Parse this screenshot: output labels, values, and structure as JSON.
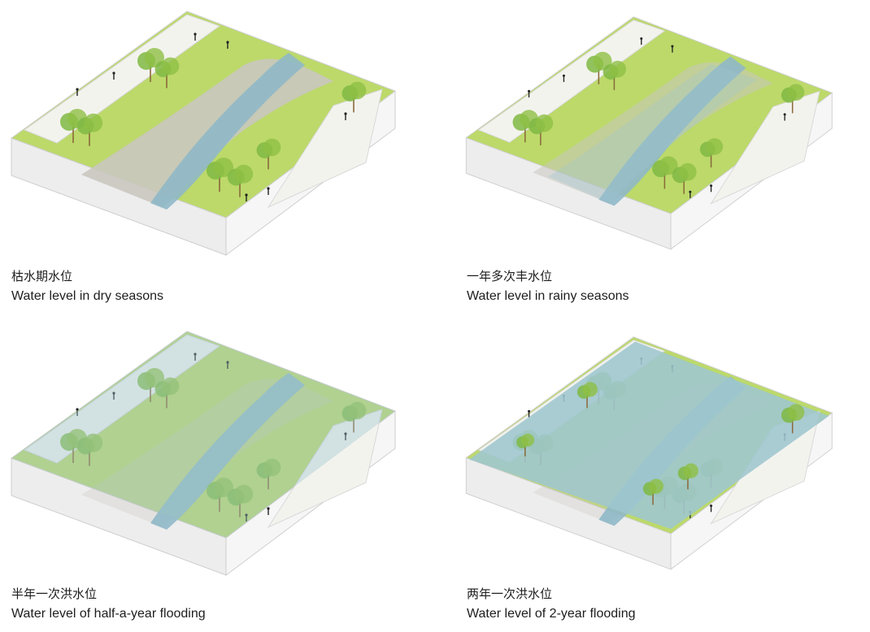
{
  "panels": [
    {
      "zh": "枯水期水位",
      "en": "Water level in dry seasons",
      "flood_level": "dry"
    },
    {
      "zh": "一年多次丰水位",
      "en": "Water level in rainy seasons",
      "flood_level": "rainy"
    },
    {
      "zh": "半年一次洪水位",
      "en": "Water level of half-a-year flooding",
      "flood_level": "half-year"
    },
    {
      "zh": "两年一次洪水位",
      "en": "Water level of 2-year flooding",
      "flood_level": "2-year"
    }
  ],
  "colors": {
    "grass": "#bcd96a",
    "grass_dark": "#8fbf45",
    "tree": "#7fb843",
    "trunk": "#8a6a3a",
    "water": "#8fb8c8",
    "water_deep": "#6f9fb7",
    "sand": "#c9c6bf",
    "block_side": "#ededed",
    "block_edge": "#cfcfcf",
    "flood": "#9ec6cf"
  }
}
